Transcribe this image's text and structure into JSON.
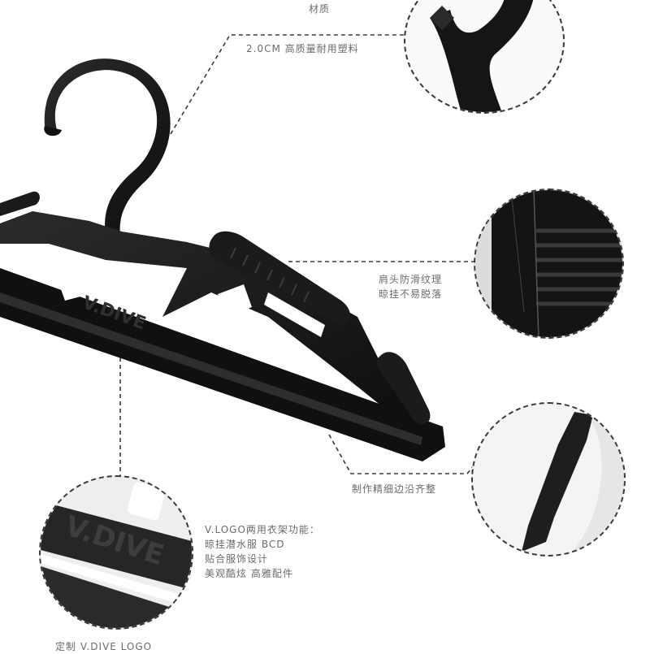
{
  "callouts": {
    "material": {
      "heading": "材质",
      "text": "2.0CM 高质量耐用塑料"
    },
    "shoulder": {
      "line1": "肩头防滑纹理",
      "line2": "晾挂不易脱落"
    },
    "edge": {
      "text": "制作精细边沿齐整"
    },
    "logo_features": {
      "line1": "V.LOGO两用衣架功能：",
      "line2": "晾挂潜水服 BCD",
      "line3": "贴合服饰设计",
      "line4": "美观酷炫 高雅配件"
    },
    "custom_logo": {
      "text": "定制 V.DIVE LOGO"
    }
  },
  "product": {
    "brand_mark": "V.DIVE",
    "color": "#141414"
  },
  "colors": {
    "text": "#6b6b6b",
    "dash": "#3a3a3a",
    "plastic": "#141414",
    "highlight": "#3c3c3c"
  }
}
